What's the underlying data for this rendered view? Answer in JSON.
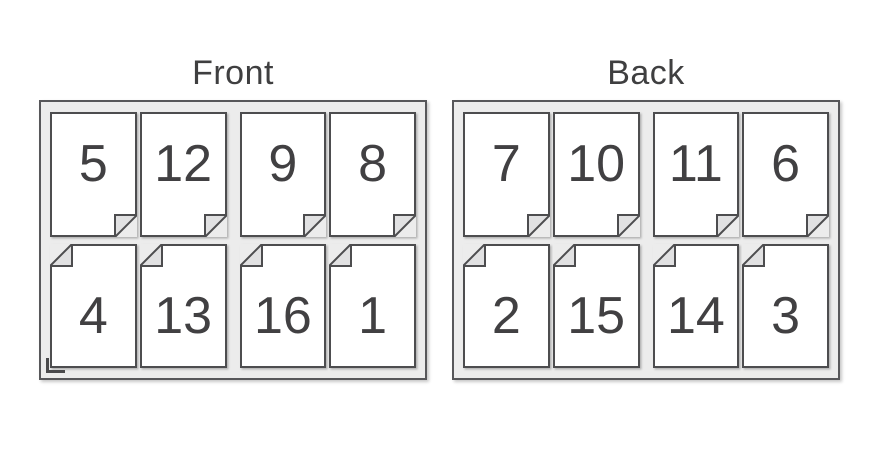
{
  "diagram": {
    "description": "Booklet imposition sheet layout showing page order on front and back of a printed sheet",
    "colors": {
      "panel_background": "#ececec",
      "panel_border": "#57575a",
      "page_background": "#ffffff",
      "page_border": "#4d4d4f",
      "fold_flap_fill": "#e1e1e2",
      "number_text": "#414042",
      "title_text": "#3f3f40"
    },
    "icons": {
      "folded_corner": "folded-corner-icon",
      "registration_mark": "registration-corner-mark"
    }
  },
  "panels": {
    "front": {
      "title": "Front",
      "rows": [
        [
          "5",
          "12",
          "9",
          "8"
        ],
        [
          "4",
          "13",
          "16",
          "1"
        ]
      ],
      "has_corner_mark": true
    },
    "back": {
      "title": "Back",
      "rows": [
        [
          "7",
          "10",
          "11",
          "6"
        ],
        [
          "2",
          "15",
          "14",
          "3"
        ]
      ],
      "has_corner_mark": false
    }
  }
}
